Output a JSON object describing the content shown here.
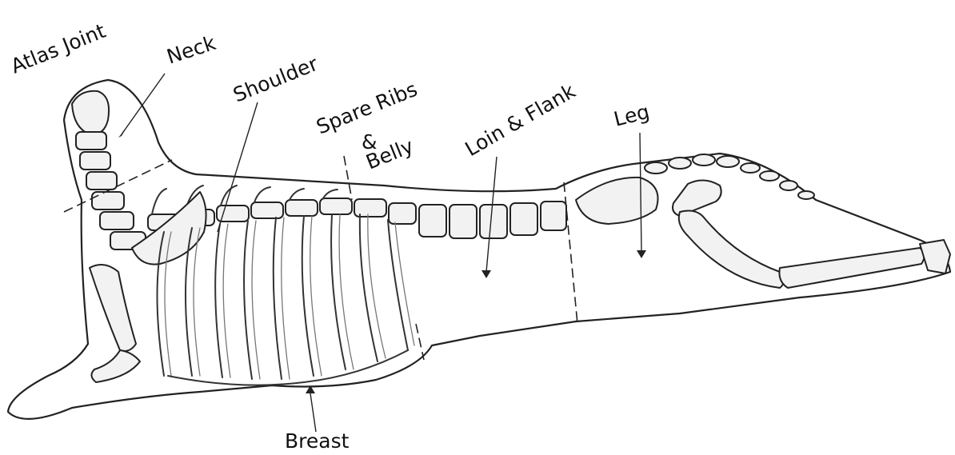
{
  "labels": {
    "atlas_joint": "Atlas Joint",
    "neck": "Neck",
    "shoulder": "Shoulder",
    "spare_ribs": "Spare Ribs",
    "ampersand": "&",
    "belly": "Belly",
    "loin_flank": "Loin & Flank",
    "leg": "Leg",
    "breast": "Breast"
  }
}
